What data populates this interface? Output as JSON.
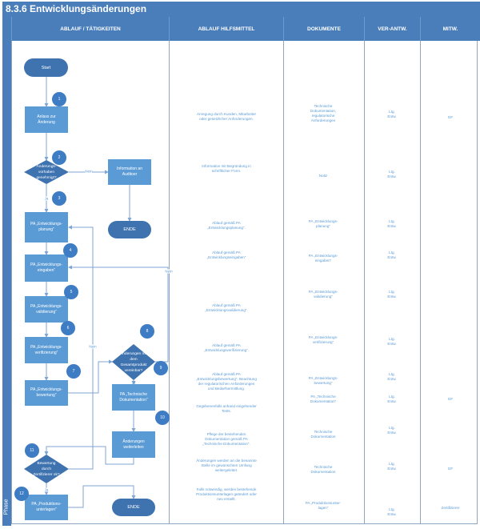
{
  "title": "8.3.6 Entwicklungsänderungen",
  "phase_label": "Phase",
  "colors": {
    "header": "#4a7ebb",
    "node": "#5b9bd5",
    "terminal": "#3e73b0",
    "text": "#5b9bd5"
  },
  "columns": [
    "ABLAUF / TÄTIGKEITEN",
    "ABLAUF HILFSMITTEL",
    "DOKUMENTE",
    "VER-ANTW.",
    "MITW."
  ],
  "flow": {
    "start": "Start",
    "n1": "Anlass zur\nÄnderung",
    "d2": "Änderungs-\nvorhaben\ngenehmigt?",
    "info": "Information an\nAuditoer",
    "ende1": "ENDE",
    "n3": "PA „Entwicklungs-\nplanung“",
    "n4": "PA „Entwicklungs-\neingaben“",
    "n5": "PA „Entwicklungs-\nvalidierung“",
    "n6": "PA „Entwicklungs-\nverifizierung“",
    "n7": "PA „Entwicklungs-\nbewertung“",
    "d8": "Änderungen mit\ndem\nGesamtprodukt\nvereinbar?",
    "n9": "PA „Technische\nDokumentation“",
    "n10": "Änderungen\nweiterleiten",
    "d11": "Bewertung\ndurch\nZertifizierer ok?",
    "n12": "PA „Produktions-\nunterlagen“",
    "ende2": "ENDE",
    "nums": [
      "1",
      "2",
      "3",
      "4",
      "5",
      "6",
      "7",
      "8",
      "9",
      "10",
      "11",
      "12"
    ],
    "ja": "Ja",
    "nein": "Nein"
  },
  "rows": [
    {
      "hilfs": "Anregung durch Kunden, Mitarbeiter\noder gesetzlicher Anforderungen.",
      "doc": "Technische\nDokumentation,\nregulatorische\nAnforderungen",
      "ver": "Ltg.\nEntw.",
      "mitw": "GF"
    },
    {
      "hilfs": "Information mit Begründung in\nschriftlicher Form.",
      "doc": "Notiz",
      "ver": "Ltg.\nEntw."
    },
    {
      "hilfs": "Ablauf gemäß PA\n„Entwicklungsplanung“.",
      "doc": "PA „Entwicklungs-\nplanung“",
      "ver": "Ltg.\nEntw."
    },
    {
      "hilfs": "Ablauf gemäß PA\n„Entwicklungseingaben“",
      "doc": "PA „Entwicklungs-\neingaben“",
      "ver": "Ltg.\nEntw."
    },
    {
      "hilfs": "Ablauf gemäß PA\n„Entwicklungsvalidierung“.",
      "doc": "PA „Entwicklungs-\nvalidierung“",
      "ver": "Ltg.\nEntw."
    },
    {
      "hilfs": "Ablauf gemäß PA\n„Entwicklungsverifizierung“.",
      "doc": "PA „Entwicklungs-\nverifizierung“",
      "ver": "Ltg.\nEntw."
    },
    {
      "hilfs": "Ablauf gemäß PA\n„Entwicklungsbewertung“, Beachtung\nder regulatorischen Anforderungen\nund Bedarfsermittlung.",
      "doc": "PA „Entwicklungs-\nbewertung“",
      "ver": "Ltg.\nEntw."
    },
    {
      "hilfs": "Gegebenenfalls anhand eingehender\nTests.",
      "doc": "PA „Technische\nDokumentation“",
      "ver": "Ltg.\nEntw.",
      "mitw": "GF"
    },
    {
      "hilfs": "Pflege der bestehenden\nDokumentation gemäß PA\n„Technische Dokumentation“.",
      "doc": "Technische\nDokumentation",
      "ver": "Ltg.\nEntw."
    },
    {
      "hilfs": "Änderungen werden an die benannte\nStelle im gewünschten Umfang\nweitergeleitet.",
      "doc": "Technische\nDokumentation",
      "ver": "Ltg.\nEntw.",
      "mitw": "GF"
    },
    {
      "hilfs": "Falls notwendig, werden bestehende\nProduktionsunterlagen geändert oder\nneu erstellt.",
      "doc": "PA „Produktionsunter-\nlagen“",
      "ver": "Ltg.\nEntw.",
      "mitw": "Zertifizierer"
    }
  ]
}
